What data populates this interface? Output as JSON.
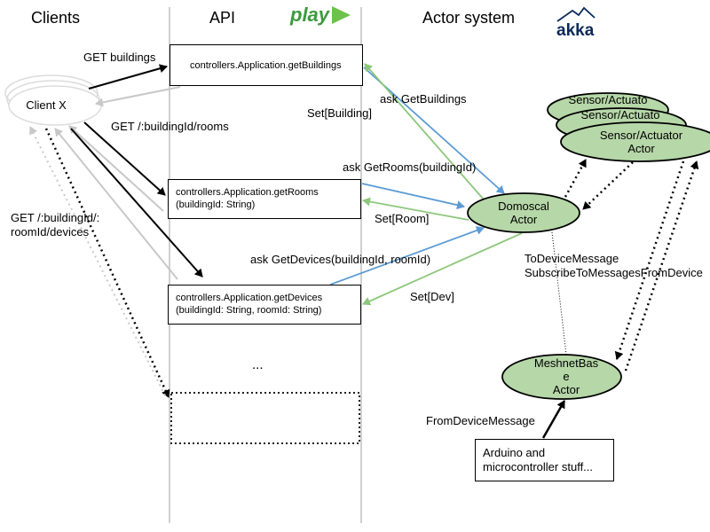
{
  "lanes": {
    "clients": "Clients",
    "api": "API",
    "actor_system": "Actor system"
  },
  "logos": {
    "play": "play",
    "akka": "akka"
  },
  "client": {
    "label": "Client X"
  },
  "controllers": {
    "get_buildings": "controllers.Application.getBuildings",
    "get_rooms_line1": "controllers.Application.getRooms",
    "get_rooms_line2": "(buildingId: String)",
    "get_devices_line1": "controllers.Application.getDevices",
    "get_devices_line2": "(buildingId: String, roomId: String)",
    "ellipsis": "..."
  },
  "requests": {
    "get_buildings": "GET buildings",
    "get_rooms": "GET /:buildingId/rooms",
    "get_devices_line1": "GET /:buildingId/:",
    "get_devices_line2": "roomId/devices"
  },
  "messages": {
    "ask_get_buildings": "ask GetBuildings",
    "set_building": "Set[Building]",
    "ask_get_rooms": "ask GetRooms(buildingId)",
    "set_room": "Set[Room]",
    "ask_get_devices": "ask GetDevices(buildingId, roomId)",
    "set_dev": "Set[Dev]",
    "to_device_message": "ToDeviceMessage",
    "subscribe_to_messages": "SubscribeToMessagesFromDevice",
    "from_device_message": "FromDeviceMessage"
  },
  "actors": {
    "domoscal_line1": "Domoscal",
    "domoscal_line2": "Actor",
    "sensor_back1": "Sensor/Actuato",
    "sensor_back2": "Sensor/Actuato",
    "sensor_front_line1": "Sensor/Actuator",
    "sensor_front_line2": "Actor",
    "meshnet_line1": "MeshnetBas",
    "meshnet_line2": "e",
    "meshnet_line3": "Actor"
  },
  "hardware": {
    "line1": "Arduino and",
    "line2": "microcontroller stuff..."
  },
  "colors": {
    "request_arrow": "#000000",
    "response_arrow_gray": "#c8c8c8",
    "ask_arrow": "#5b9bd5",
    "reply_arrow": "#8cc77c",
    "actor_fill": "#b6d7a8",
    "lane_line": "#cfcfcf"
  }
}
